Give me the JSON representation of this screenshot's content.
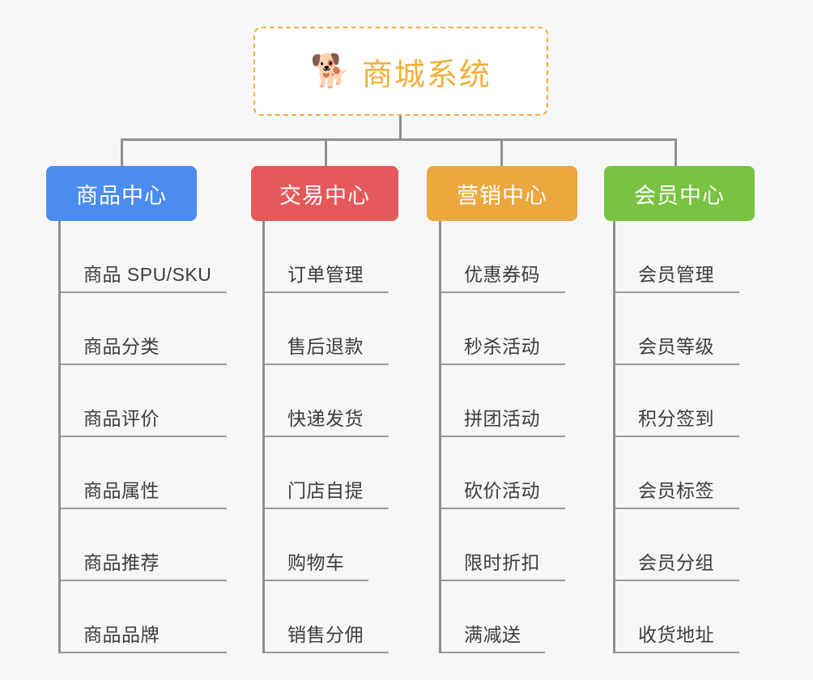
{
  "page": {
    "background_color": "#f7f7f7",
    "connector_color": "#8f8f8f"
  },
  "root": {
    "icon": "shiba-dog-face-emoji",
    "emoji": "🐕",
    "title": "商城系统",
    "text_color": "#f0b03c",
    "border_color": "#eeb040",
    "background_color": "#ffffff"
  },
  "columns": [
    {
      "title": "商品中心",
      "color": "#4a8cf0",
      "items": [
        "商品 SPU/SKU",
        "商品分类",
        "商品评价",
        "商品属性",
        "商品推荐",
        "商品品牌"
      ]
    },
    {
      "title": "交易中心",
      "color": "#e4595a",
      "items": [
        "订单管理",
        "售后退款",
        "快递发货",
        "门店自提",
        "购物车",
        "销售分佣"
      ]
    },
    {
      "title": "营销中心",
      "color": "#eaa83e",
      "items": [
        "优惠券码",
        "秒杀活动",
        "拼团活动",
        "砍价活动",
        "限时折扣",
        "满减送"
      ]
    },
    {
      "title": "会员中心",
      "color": "#79c342",
      "items": [
        "会员管理",
        "会员等级",
        "积分签到",
        "会员标签",
        "会员分组",
        "收货地址"
      ]
    }
  ]
}
